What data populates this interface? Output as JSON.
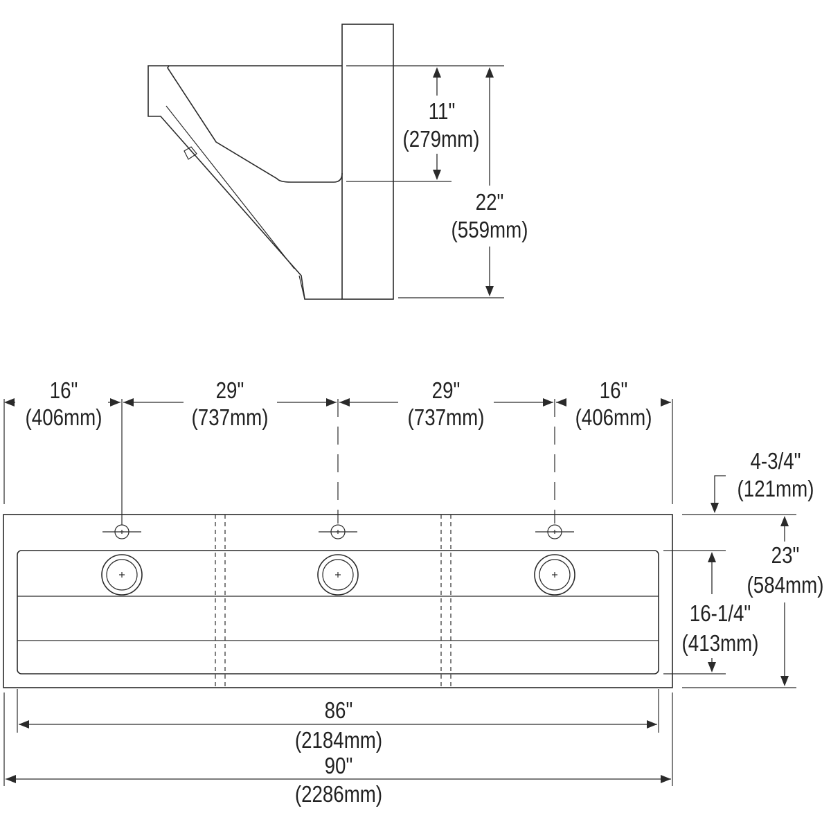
{
  "side_view": {
    "bowl_depth": {
      "in": "11\"",
      "mm": "(279mm)"
    },
    "total_depth": {
      "in": "22\"",
      "mm": "(559mm)"
    }
  },
  "front_view": {
    "spacing_left": {
      "in": "16\"",
      "mm": "(406mm)"
    },
    "spacing_mid_1": {
      "in": "29\"",
      "mm": "(737mm)"
    },
    "spacing_mid_2": {
      "in": "29\"",
      "mm": "(737mm)"
    },
    "spacing_right": {
      "in": "16\"",
      "mm": "(406mm)"
    },
    "deck_height": {
      "in": "4-3/4\"",
      "mm": "(121mm)"
    },
    "total_height": {
      "in": "23\"",
      "mm": "(584mm)"
    },
    "basin_height": {
      "in": "16-1/4\"",
      "mm": "(413mm)"
    },
    "basin_width": {
      "in": "86\"",
      "mm": "(2184mm)"
    },
    "total_width": {
      "in": "90\"",
      "mm": "(2286mm)"
    }
  }
}
